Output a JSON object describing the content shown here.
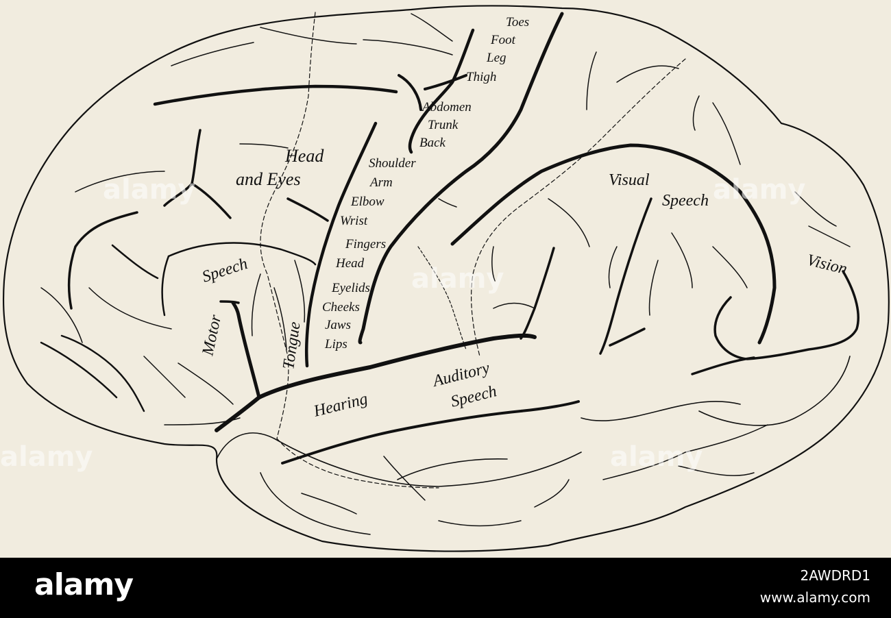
{
  "labels": {
    "toes": "Toes",
    "foot": "Foot",
    "leg": "Leg",
    "thigh": "Thigh",
    "abdomen": "Abdomen",
    "trunk": "Trunk",
    "back": "Back",
    "shoulder": "Shoulder",
    "arm": "Arm",
    "elbow": "Elbow",
    "wrist": "Wrist",
    "fingers": "Fingers",
    "head_small": "Head",
    "eyelids": "Eyelids",
    "cheeks": "Cheeks",
    "jaws": "Jaws",
    "lips": "Lips",
    "head_eyes_1": "Head",
    "head_eyes_2": "and Eyes",
    "speech_motor": "Speech",
    "motor": "Motor",
    "tongue": "Tongue",
    "visual": "Visual",
    "visual_speech": "Speech",
    "vision": "Vision",
    "hearing": "Hearing",
    "auditory": "Auditory",
    "auditory_speech": "Speech"
  },
  "watermark": {
    "brand": "alamy",
    "image_id": "2AWDRD1",
    "url": "www.alamy.com"
  }
}
